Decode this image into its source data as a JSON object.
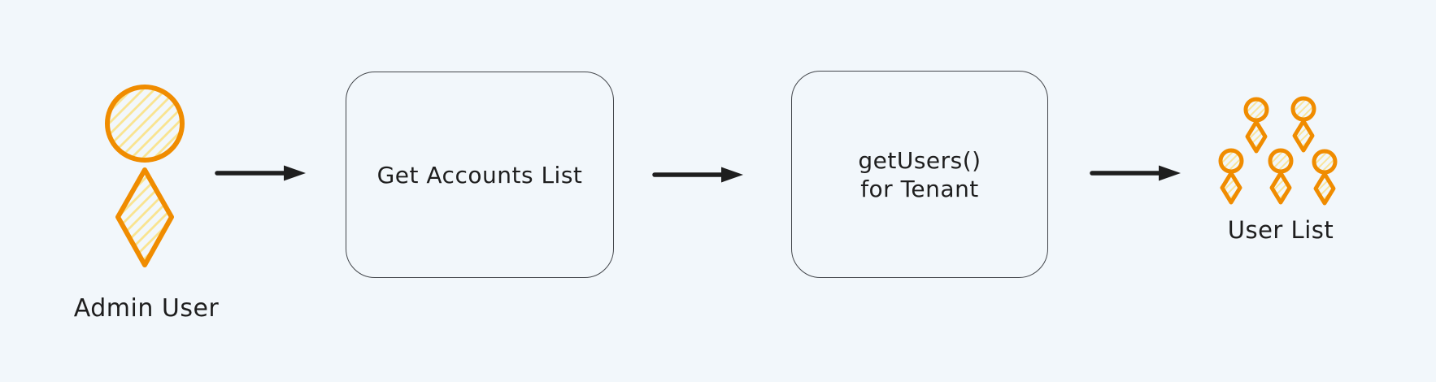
{
  "diagram": {
    "type": "flowchart",
    "background": "#f2f7fb",
    "nodes": [
      {
        "id": "admin-user",
        "kind": "person-figure",
        "icon": "admin-user-icon",
        "label": "Admin User"
      },
      {
        "id": "get-accounts",
        "kind": "box",
        "label": "Get Accounts List"
      },
      {
        "id": "get-users",
        "kind": "box",
        "label_line1": "getUsers()",
        "label_line2": "for Tenant"
      },
      {
        "id": "user-list",
        "kind": "person-group",
        "icon": "user-group-icon",
        "label": "User List",
        "person_count": 5
      }
    ],
    "edges": [
      {
        "from": "admin-user",
        "to": "get-accounts",
        "style": "solid-arrow",
        "icon": "arrow-right-icon"
      },
      {
        "from": "get-accounts",
        "to": "get-users",
        "style": "solid-arrow",
        "icon": "arrow-right-icon"
      },
      {
        "from": "get-users",
        "to": "user-list",
        "style": "solid-arrow",
        "icon": "arrow-right-icon"
      }
    ],
    "colors": {
      "accent_orange": "#f08c00",
      "hatch_yellow": "#ffd43b",
      "stroke_dark": "#1e1e1e",
      "box_border": "#43464b",
      "background": "#f2f7fb"
    }
  }
}
